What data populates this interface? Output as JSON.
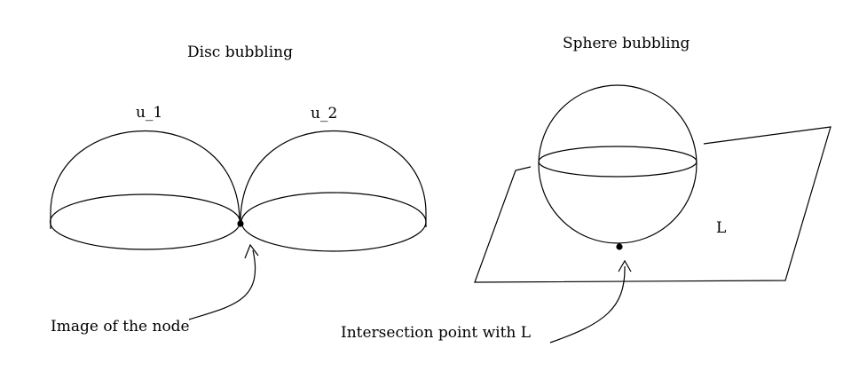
{
  "disc_bubbling": {
    "title": "Disc bubbling",
    "left_disc_label": "u_1",
    "right_disc_label": "u_2",
    "node_caption": "Image of the node"
  },
  "sphere_bubbling": {
    "title": "Sphere bubbling",
    "plane_label": "L",
    "point_caption": "Intersection point with L"
  }
}
